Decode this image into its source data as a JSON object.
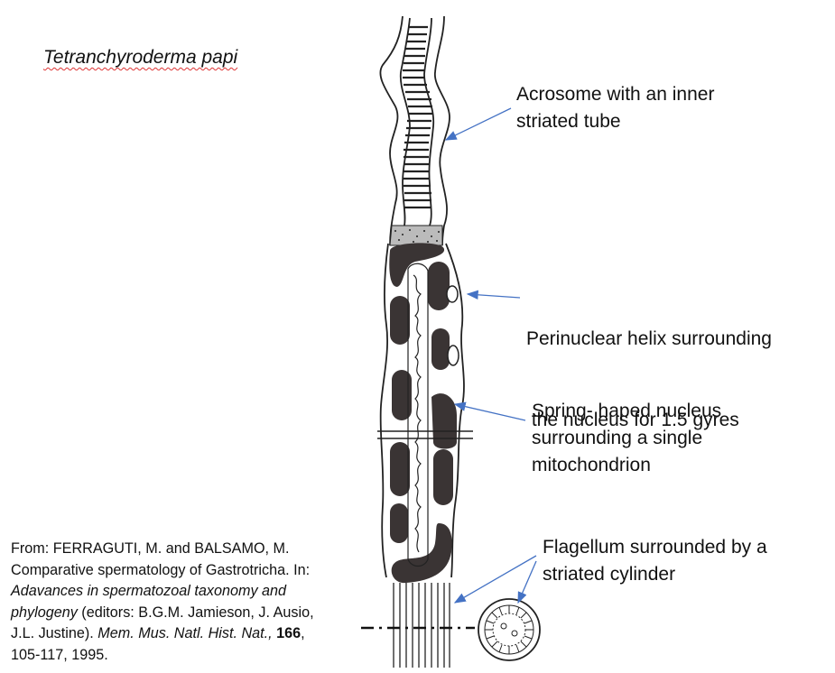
{
  "title": "Tetranchyroderma papi",
  "labels": {
    "acrosome": [
      "Acrosome with an inner",
      "striated tube"
    ],
    "perinuclear": [
      "Perinuclear helix surrounding",
      " the nucleus for 1.5 gyres"
    ],
    "nucleus": [
      "Spring- haped nucleus",
      "surrounding a single",
      "mitochondrion"
    ],
    "flagellum": [
      "Flagellum surrounded by a",
      "striated cylinder"
    ]
  },
  "citation": {
    "line1": "From: FERRAGUTI, M. and BALSAMO, M.",
    "line2": "Comparative spermatology of Gastrotricha. In:",
    "book_title_1": "Adavances in spermatozoal taxonomy and",
    "book_title_2": "phylogeny",
    "editors_1": " (editors: B.G.M. Jamieson, J. Ausio,",
    "editors_2": "J.L. Justine). ",
    "journal": "Mem. Mus. Natl. Hist. Nat.,",
    "volume": "166",
    "pages": ",",
    "pages_year": "105-117, 1995."
  },
  "colors": {
    "arrow": "#4472c4",
    "ink": "#222222",
    "organelle": "#3a3434"
  }
}
